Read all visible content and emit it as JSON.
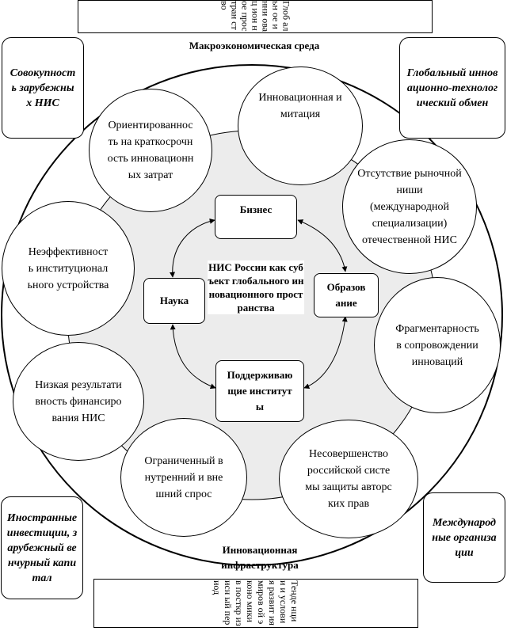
{
  "ring_labels": {
    "top": "Макроэкономическая среда",
    "bottom": "Инновационная инфраструктура"
  },
  "top_vertical_box": "Глоб альн ое инни овац ион ное прос тран ство",
  "bottom_vertical_box": "Тенде нции и услови я развит ия миров ой эконо мики в посткр изисн ый период",
  "corners": {
    "top_left": "Совокупность зарубежных НИС",
    "top_right": "Глобальный инновационно-технологический обмен",
    "bottom_left": "Иностранные инвестиции, зарубежный венчурный капитал",
    "bottom_right": "Международные организации"
  },
  "factors": {
    "short_term": "Ориентированность на краткосрочность инновационных затрат",
    "imitation": "Инновационная имитация",
    "no_niche": "Отсутствие рыночной ниши (международной специализации) отечественной НИС",
    "fragmentation": "Фрагментарность в сопровождении инноваций",
    "copyright": "Несовершенство российской системы защиты авторских прав",
    "demand": "Ограниченный внутренний и внешний спрос",
    "financing": "Низкая результативность финансирования НИС",
    "institutional": "Неэффективность институционального устройства"
  },
  "core": {
    "business": "Бизнес",
    "science": "Наука",
    "education": "Образование",
    "institutions": "Поддерживающие институты",
    "center": "НИС России как субъект глобального инновационного пространства"
  }
}
